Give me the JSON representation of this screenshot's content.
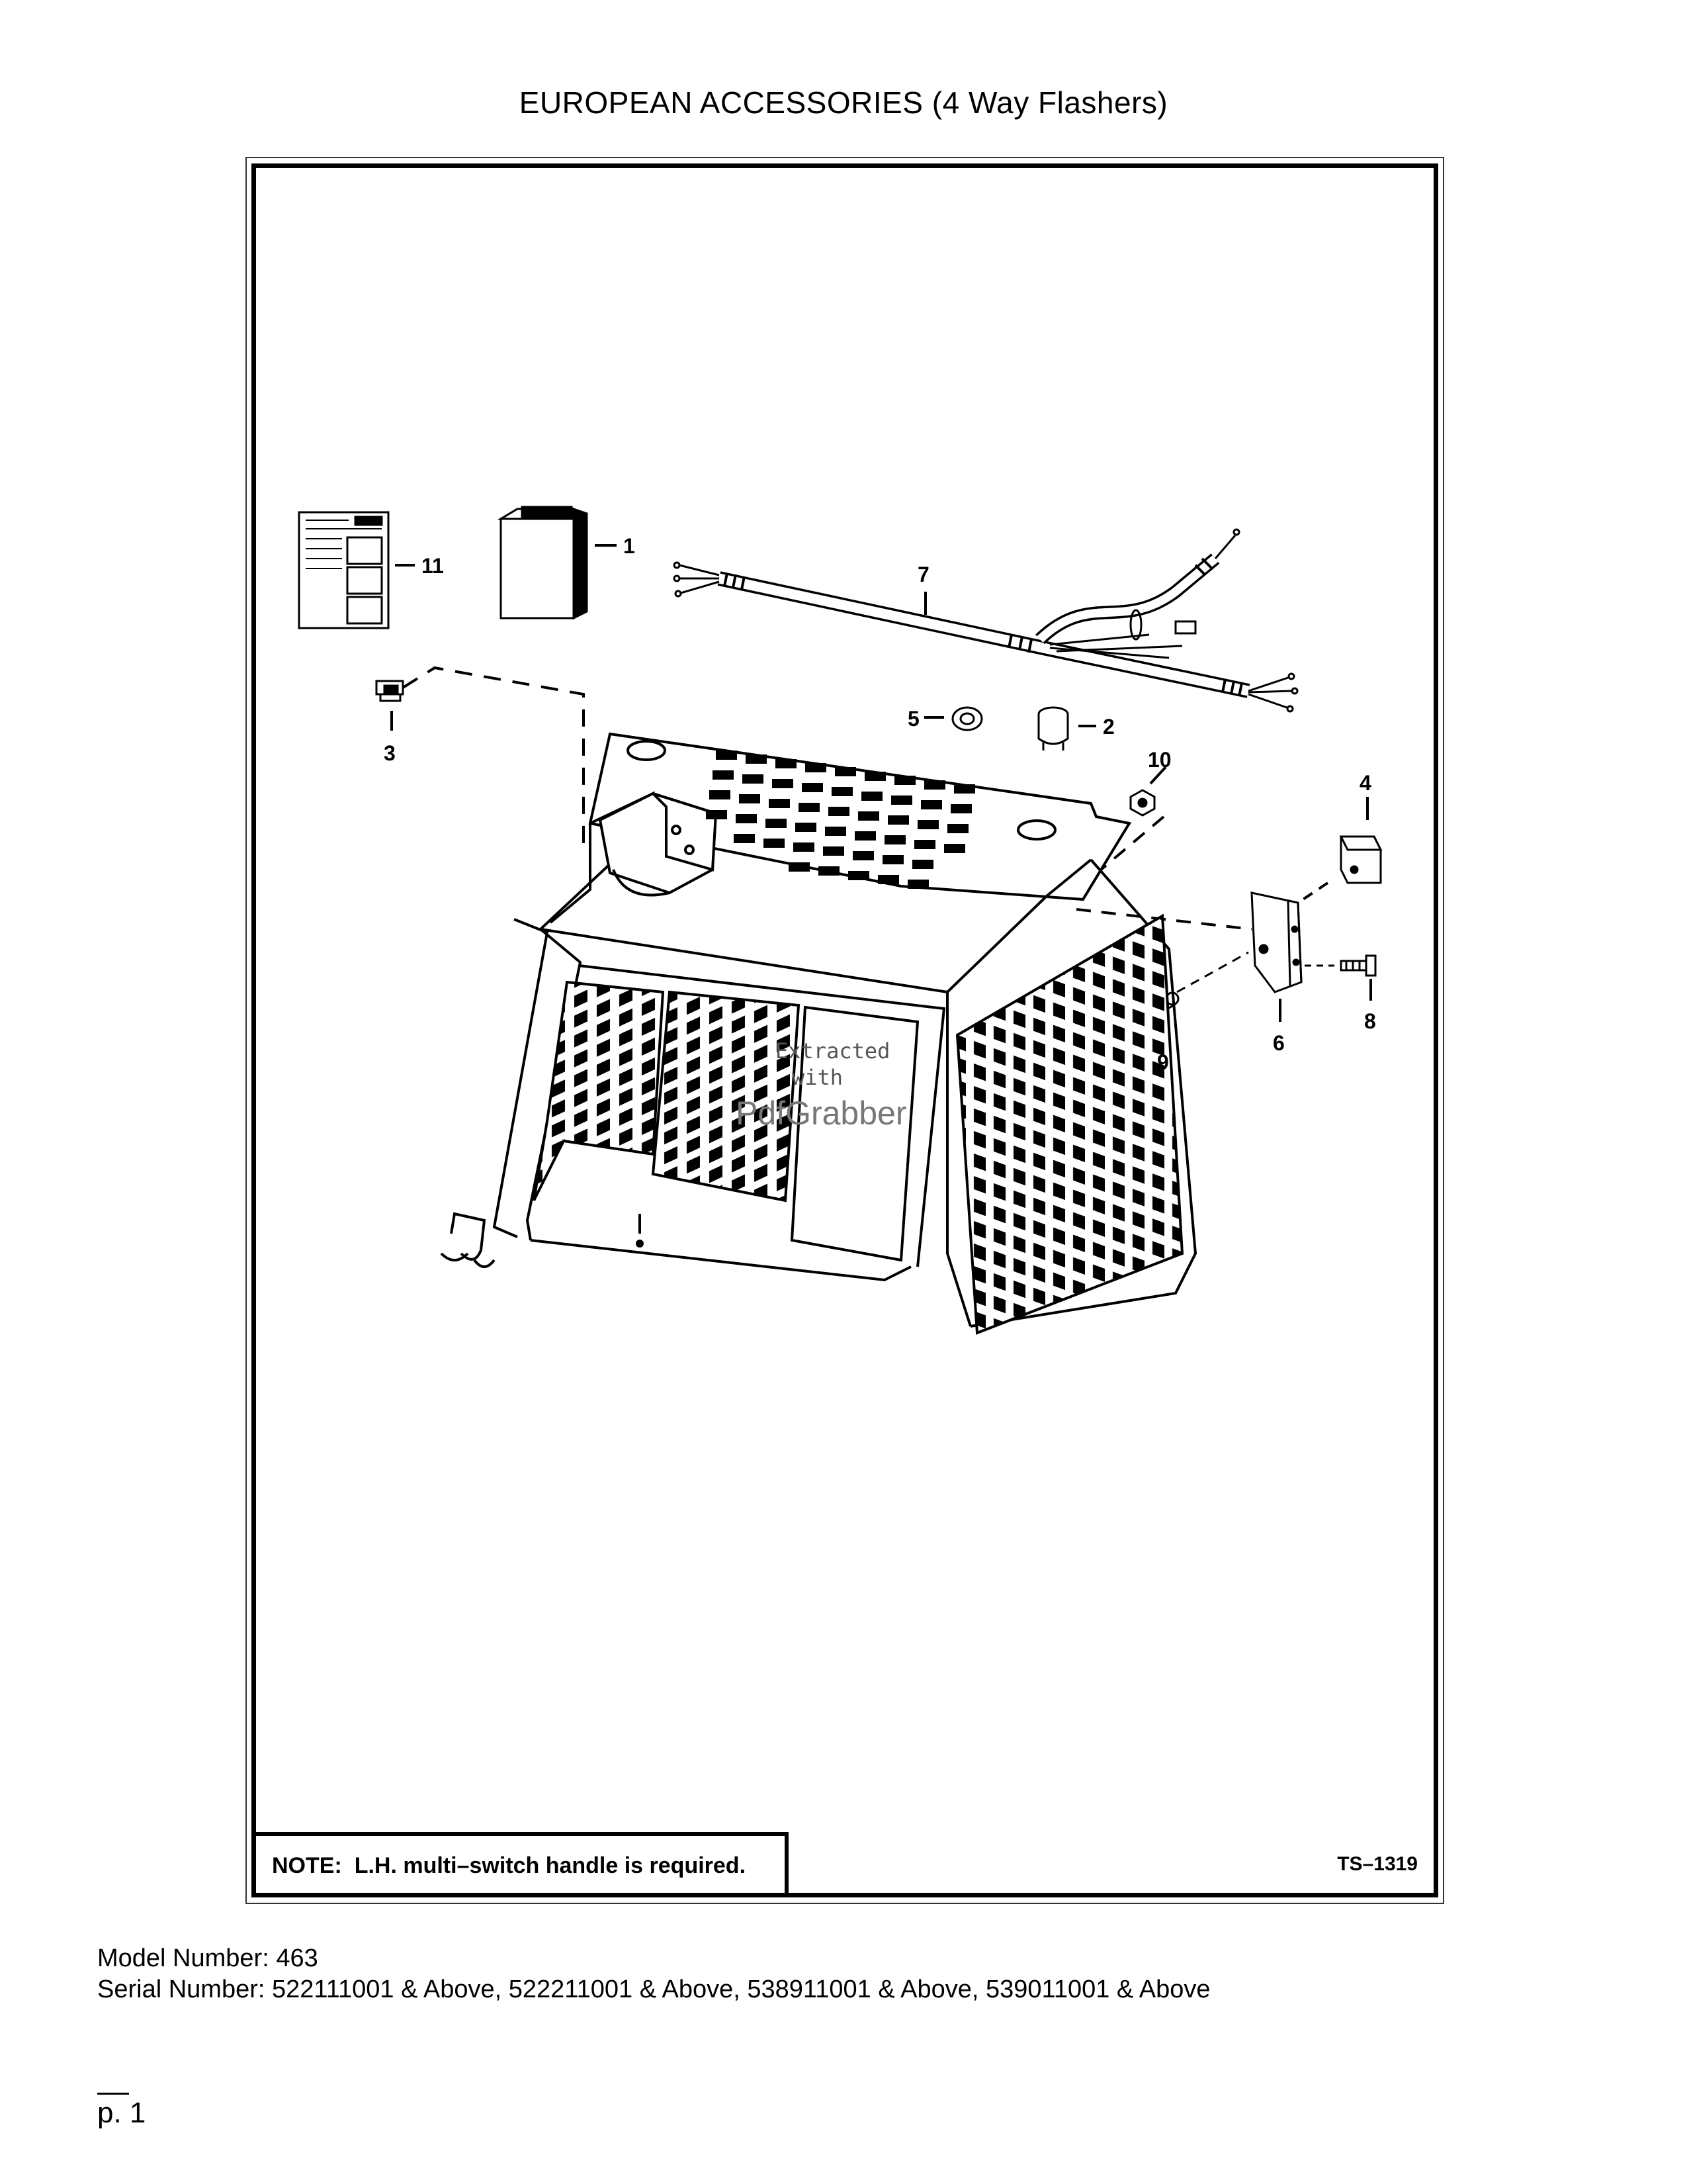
{
  "page": {
    "title": "EUROPEAN ACCESSORIES (4 Way Flashers)",
    "note_label": "NOTE:",
    "note_text": "L.H. multi–switch handle is required.",
    "drawing_number": "TS–1319",
    "model_number": "Model Number: 463",
    "serial_number": "Serial Number: 522111001 & Above, 522211001 & Above, 538911001 & Above, 539011001 & Above",
    "page_number": "p. 1"
  },
  "diagram": {
    "callouts": [
      "1",
      "2",
      "3",
      "4",
      "5",
      "6",
      "7",
      "8",
      "9",
      "10",
      "11"
    ],
    "watermark": {
      "line1": "Extracted",
      "line2": "with",
      "line3": "PdfGrabber"
    }
  }
}
